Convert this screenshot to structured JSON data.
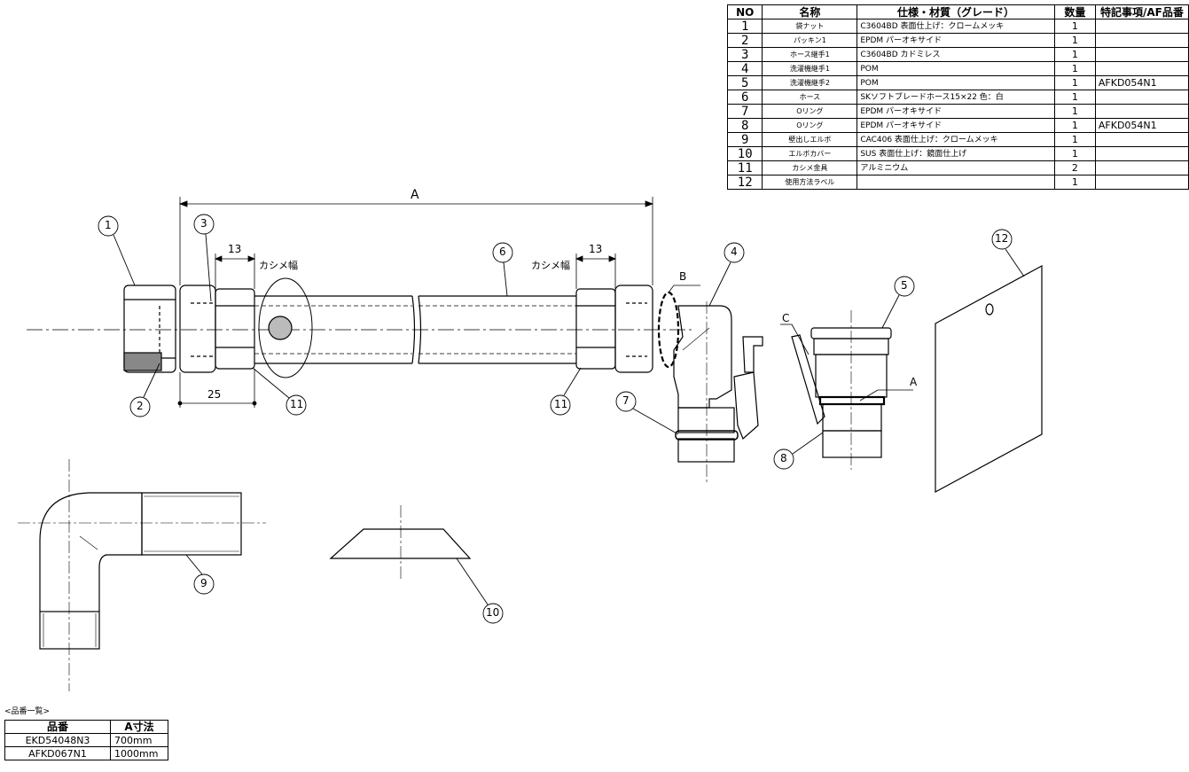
{
  "parts_table": {
    "headers": {
      "no": "NO",
      "name": "名称",
      "spec": "仕様・材質（グレード）",
      "qty": "数量",
      "note": "特記事項/AF品番"
    },
    "rows": [
      {
        "no": "1",
        "name": "袋ナット",
        "spec": "C3604BD 表面仕上げ：クロームメッキ",
        "qty": "1",
        "note": ""
      },
      {
        "no": "2",
        "name": "パッキン1",
        "spec": "EPDM パーオキサイド",
        "qty": "1",
        "note": ""
      },
      {
        "no": "3",
        "name": "ホース継手1",
        "spec": "C3604BD カドミレス",
        "qty": "1",
        "note": ""
      },
      {
        "no": "4",
        "name": "洗濯機継手1",
        "spec": "POM",
        "qty": "1",
        "note": ""
      },
      {
        "no": "5",
        "name": "洗濯機継手2",
        "spec": "POM",
        "qty": "1",
        "note": "AFKD054N1"
      },
      {
        "no": "6",
        "name": "ホース",
        "spec": "SKソフトブレードホース15×22 色：白",
        "qty": "1",
        "note": ""
      },
      {
        "no": "7",
        "name": "Oリング",
        "spec": "EPDM パーオキサイド",
        "qty": "1",
        "note": ""
      },
      {
        "no": "8",
        "name": "Oリング",
        "spec": "EPDM パーオキサイド",
        "qty": "1",
        "note": "AFKD054N1"
      },
      {
        "no": "9",
        "name": "壁出しエルボ",
        "spec": "CAC406 表面仕上げ：クロームメッキ",
        "qty": "1",
        "note": ""
      },
      {
        "no": "10",
        "name": "エルボカバー",
        "spec": "SUS 表面仕上げ：鏡面仕上げ",
        "qty": "1",
        "note": ""
      },
      {
        "no": "11",
        "name": "カシメ金具",
        "spec": "アルミニウム",
        "qty": "2",
        "note": ""
      },
      {
        "no": "12",
        "name": "使用方法ラベル",
        "spec": "",
        "qty": "1",
        "note": ""
      }
    ]
  },
  "model_list": {
    "title": "<品番一覧>",
    "headers": {
      "model": "品番",
      "a_dim": "A寸法"
    },
    "rows": [
      {
        "model": "EKD54048N3",
        "a_dim": "700mm"
      },
      {
        "model": "AFKD067N1",
        "a_dim": "1000mm"
      }
    ]
  },
  "drawing": {
    "dim_a": "A",
    "dim_13": "13",
    "kashime_label": "カシメ幅",
    "dim_25": "25",
    "detail_b": "B",
    "detail_c": "C",
    "detail_a": "A",
    "balloons": [
      "1",
      "2",
      "3",
      "4",
      "5",
      "6",
      "7",
      "8",
      "9",
      "10",
      "11",
      "11",
      "12"
    ]
  }
}
